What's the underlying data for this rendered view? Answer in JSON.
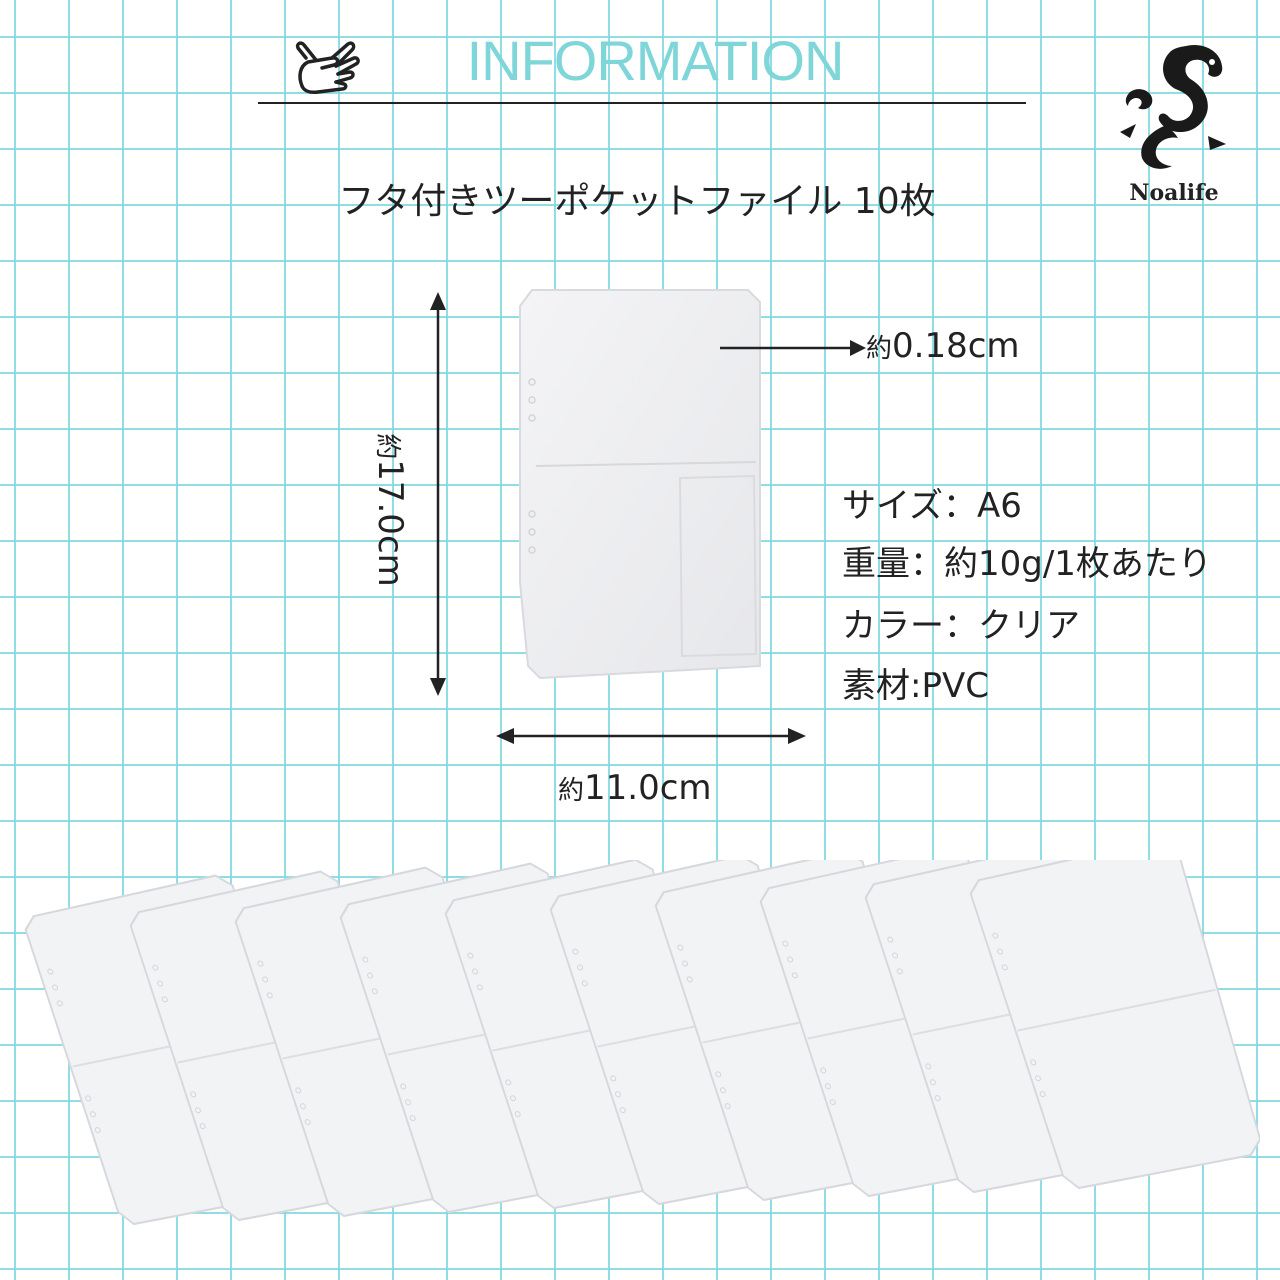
{
  "header": {
    "title": "INFORMATION",
    "subtitle": "フタ付きツーポケットファイル 10枚"
  },
  "brand": {
    "name": "Noalife",
    "logo_icon": "dragon-icon"
  },
  "pointer_icon": "hand-pointing-icon",
  "dimensions": {
    "thickness_prefix": "約",
    "thickness": "0.18cm",
    "height_prefix": "約",
    "height": "17.0cm",
    "width_prefix": "約",
    "width": "11.0cm"
  },
  "specs": [
    "サイズ：A6",
    "重量：約10g/1枚あたり",
    "カラー：クリア",
    "素材:PVC"
  ],
  "product_count": 10,
  "colors": {
    "grid": "#7dd7e1",
    "heading": "#7fd6d8",
    "text": "#222222"
  }
}
